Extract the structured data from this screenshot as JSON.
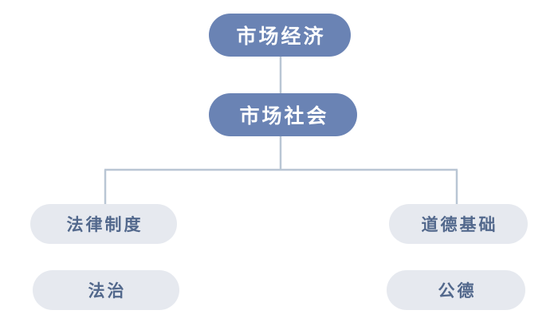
{
  "diagram": {
    "title": "",
    "colors": {
      "background": "#ffffff",
      "primary_node_fill": "#6a83b4",
      "primary_node_text": "#ffffff",
      "secondary_node_fill": "#e6e9ef",
      "secondary_node_text": "#52688c",
      "connector_line": "#b9c6d4"
    },
    "nodes": {
      "market_economy": {
        "label": "市场经济",
        "level": 1,
        "style": "primary"
      },
      "market_society": {
        "label": "市场社会",
        "level": 2,
        "style": "primary"
      },
      "legal_system": {
        "label": "法律制度",
        "level": 3,
        "style": "secondary"
      },
      "moral_foundation": {
        "label": "道德基础",
        "level": 3,
        "style": "secondary"
      },
      "rule_of_law": {
        "label": "法治",
        "level": 4,
        "style": "secondary"
      },
      "public_morality": {
        "label": "公德",
        "level": 4,
        "style": "secondary"
      }
    },
    "connectors": [
      {
        "from": "market_economy",
        "to": "market_society",
        "type": "vertical"
      },
      {
        "from": "market_society",
        "to": "legal_system",
        "type": "elbow"
      },
      {
        "from": "market_society",
        "to": "moral_foundation",
        "type": "elbow"
      }
    ]
  }
}
